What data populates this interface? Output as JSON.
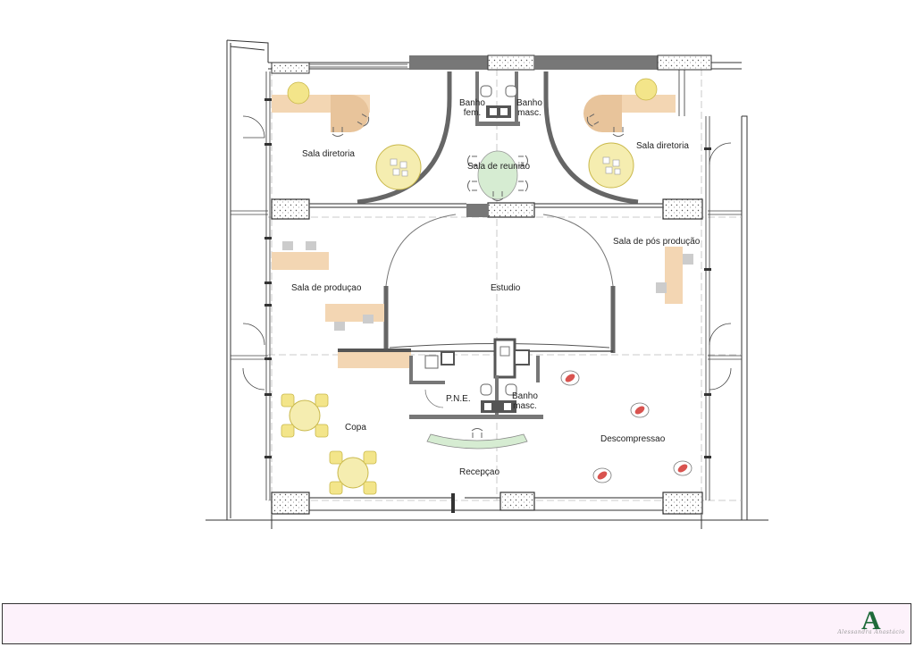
{
  "plan": {
    "rooms": {
      "sala_diretoria_left": "Sala diretoria",
      "sala_diretoria_right": "Sala diretoria",
      "sala_reuniao": "Sala de reunião",
      "banho_fem": "Banho\nfem.",
      "banho_masc_top": "Banho\nmasc.",
      "sala_pos_producao": "Sala de pós produção",
      "sala_producao": "Sala de produçao",
      "estudio": "Estudio",
      "pne": "P.N.E.",
      "banho_masc_bottom": "Banho\nmasc.",
      "copa": "Copa",
      "descompressao": "Descompressao",
      "recepcao": "Recepçao"
    }
  },
  "logo": {
    "mark": "A",
    "signature": "Alessandra Anastácio"
  },
  "colors": {
    "wood": "#f3d6b3",
    "wood_dark": "#e8c49b",
    "table_yellow": "#f5edb0",
    "chair_yellow": "#f3e58a",
    "reception_green": "#d6ecd2",
    "wall_gray": "#8a8a8a",
    "footer_fill": "#fdf2fb",
    "logo_green": "#1f6b3a",
    "accent_red": "#d9534f"
  }
}
